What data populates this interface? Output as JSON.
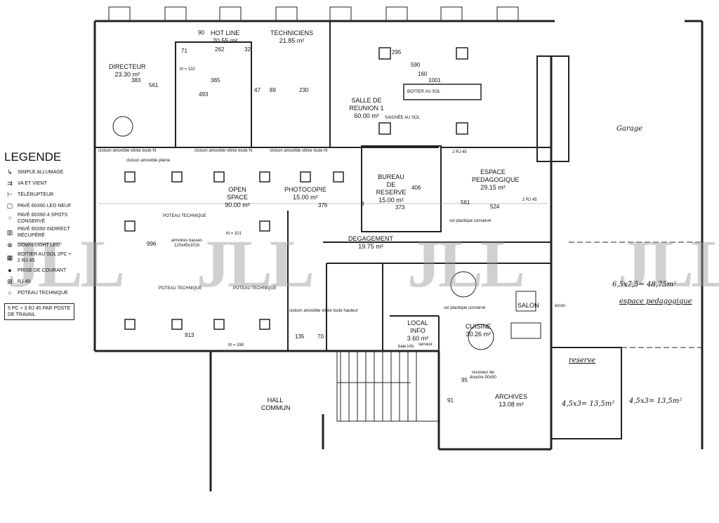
{
  "legend": {
    "title": "LEGENDE",
    "items": [
      {
        "icon": "simple-switch-icon",
        "label": "SIMPLE ALLUMAGE"
      },
      {
        "icon": "two-way-switch-icon",
        "label": "VA ET VIENT"
      },
      {
        "icon": "remote-switch-icon",
        "label": "TÉLÉRUPTEUR"
      },
      {
        "icon": "led-panel-icon",
        "label": "PAVÉ 60X60 LED NEUF"
      },
      {
        "icon": "spots-panel-icon",
        "label": "PAVÉ 60X60 4 SPOTS CONSERVÉ"
      },
      {
        "icon": "indirect-panel-icon",
        "label": "PAVÉ 60X60 INDIRECT RÉCUPÉRÉ"
      },
      {
        "icon": "downlight-icon",
        "label": "DOWN LIGHT LED"
      },
      {
        "icon": "floor-box-icon",
        "label": "BOITIER AU SOL 2PC + 2 RJ 45"
      },
      {
        "icon": "outlet-icon",
        "label": "PRISE DE COURANT"
      },
      {
        "icon": "rj45-icon",
        "label": "RJ 45"
      },
      {
        "icon": "technical-post-icon",
        "label": "POTEAU TECHNIQUE"
      }
    ],
    "note": "5 PC + 3 RJ 45 PAR POSTE DE TRAVAIL"
  },
  "rooms": {
    "directeur": {
      "name": "DIRECTEUR",
      "area": "23.30 m²"
    },
    "hotline": {
      "name": "HOT LINE",
      "area": "20.55 m²"
    },
    "techniciens": {
      "name": "TECHNICIENS",
      "area": "21.85 m²"
    },
    "reunion": {
      "name": "SALLE DE REUNION 1",
      "area": "60.00 m²",
      "note": "SAIGNÉE AU SOL"
    },
    "open_space": {
      "name": "OPEN SPACE",
      "area": "90.00 m²"
    },
    "photocopie": {
      "name": "PHOTOCOPIE",
      "area": "15.00 m²"
    },
    "bureau_reserve": {
      "name": "BUREAU DE RESERVE",
      "area": "15.00 m²"
    },
    "espace_pedagogique": {
      "name": "ESPACE PEDAGOGIQUE",
      "area": "29.15 m²"
    },
    "degagement": {
      "name": "DEGAGEMENT",
      "area": "19.75 m²"
    },
    "local_info": {
      "name": "LOCAL INFO",
      "area": "3.60 m²"
    },
    "cuisine": {
      "name": "CUISINE",
      "area": "30.26 m²"
    },
    "salon": {
      "name": "SALON"
    },
    "archives": {
      "name": "ARCHIVES",
      "area": "13.08 m²"
    },
    "hall": {
      "name": "HALL COMMUN"
    }
  },
  "notes": {
    "cloison_vitree": "cloison amovible vitrée toute ht",
    "cloison_pleine": "cloison amovible pleine",
    "cloison_haute": "cloison amovible vitrée toute hauteur",
    "poteau": "POTEAU TECHNIQUE",
    "armoires": "armoires basses 120x45x101h",
    "sol_plastique": "sol plastique conservé",
    "rj45_2": "2 RJ 45",
    "boitier": "BOITIER AU SOL",
    "ht101": "ht = 101",
    "ht132": "ht = 132",
    "ht198": "ht = 198",
    "recepteur": "receveur de douche 90x90",
    "ecran": "écran",
    "baie": "baie info",
    "serveur": "serveur"
  },
  "dimensions": [
    "90",
    "262",
    "32",
    "71",
    "383",
    "561",
    "365",
    "493",
    "47",
    "89",
    "230",
    "295",
    "590",
    "160",
    "1001",
    "376",
    "373",
    "406",
    "8",
    "561",
    "524",
    "996",
    "913",
    "135",
    "70",
    "91",
    "95"
  ],
  "handwritten": {
    "garage": "Garage",
    "calc_pedago": "6,5x7,5= 48,75m²",
    "espace_pedago": "espace pedagogique",
    "reserve": "reserve",
    "calc_reserve1": "4,5x3= 13,5m²",
    "calc_reserve2": "4,5x3= 13,5m²"
  },
  "watermark": "JLL"
}
